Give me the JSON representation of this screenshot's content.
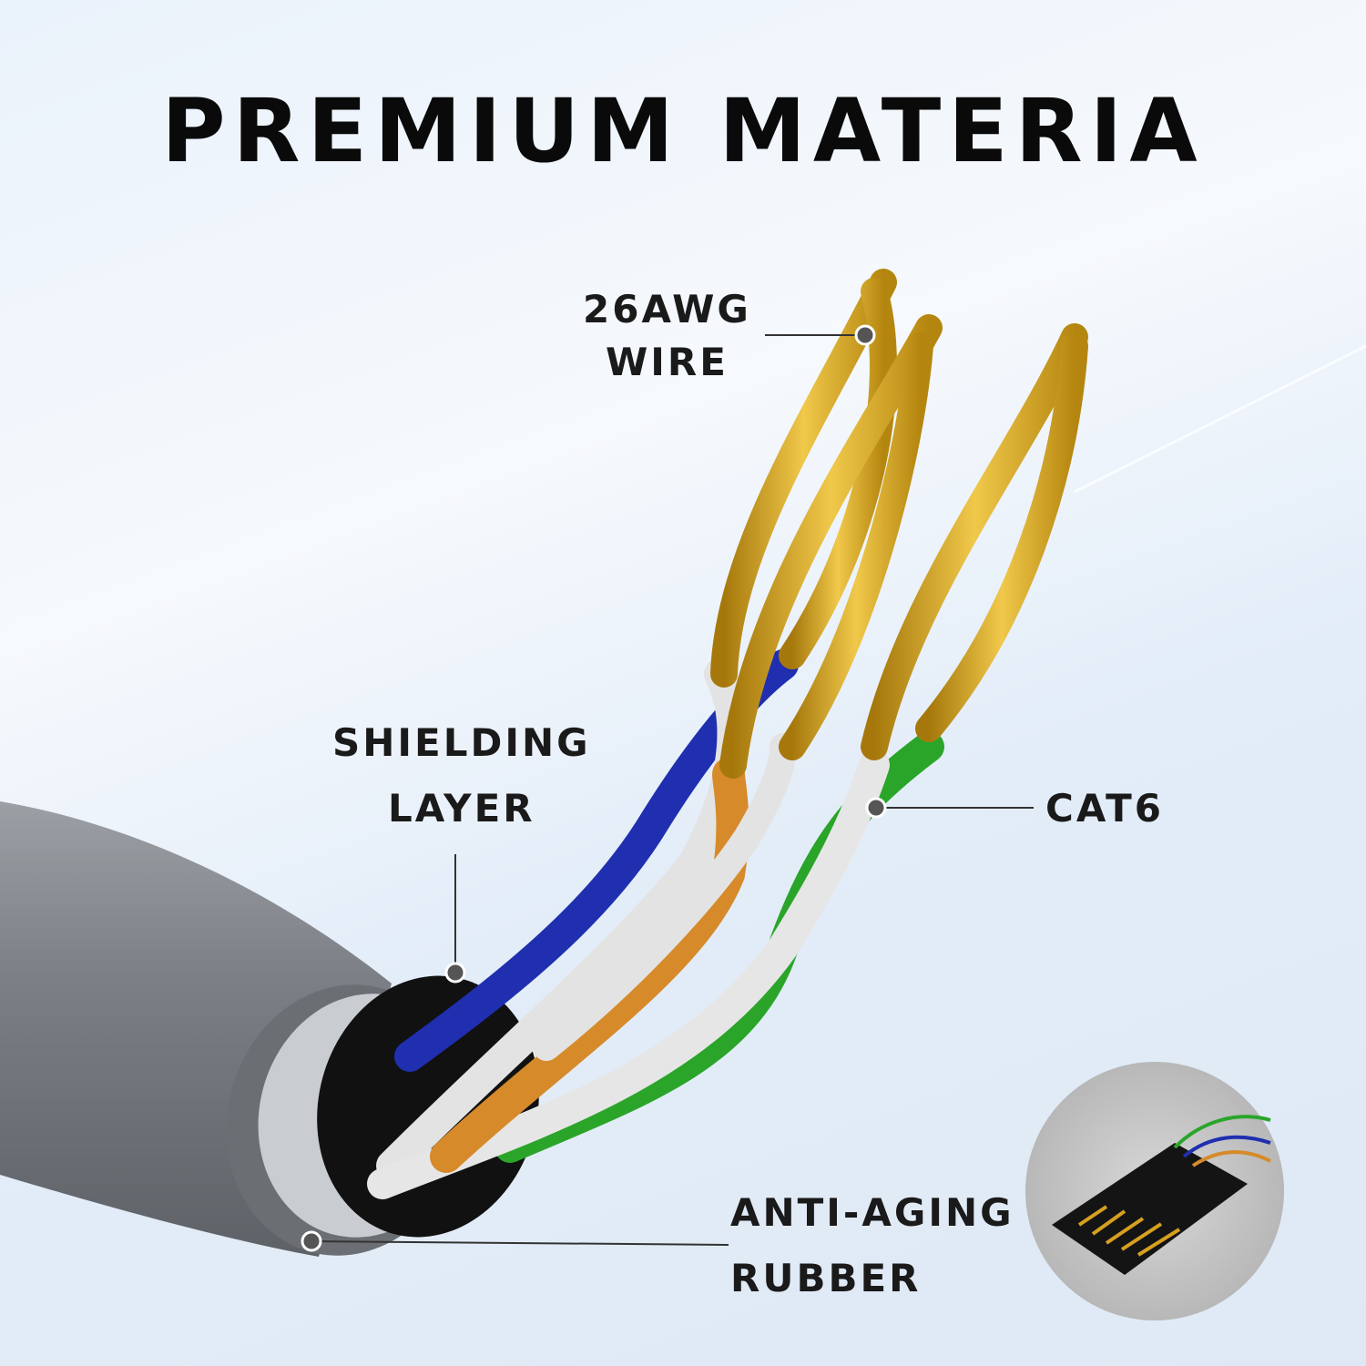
{
  "title": "PREMIUM MATERIA",
  "callouts": {
    "wire": [
      "26AWG",
      "WIRE"
    ],
    "shielding": [
      "SHIELDING",
      "LAYER"
    ],
    "cat6": [
      "CAT6"
    ],
    "rubber": [
      "ANTI-AGING",
      "RUBBER"
    ]
  },
  "colors": {
    "jacket": "#8a8e93",
    "gold": "#d4a21e",
    "blue": "#1f2fb0",
    "orange": "#d68a2a",
    "green": "#2aa52a",
    "white": "#e8e8e8"
  }
}
